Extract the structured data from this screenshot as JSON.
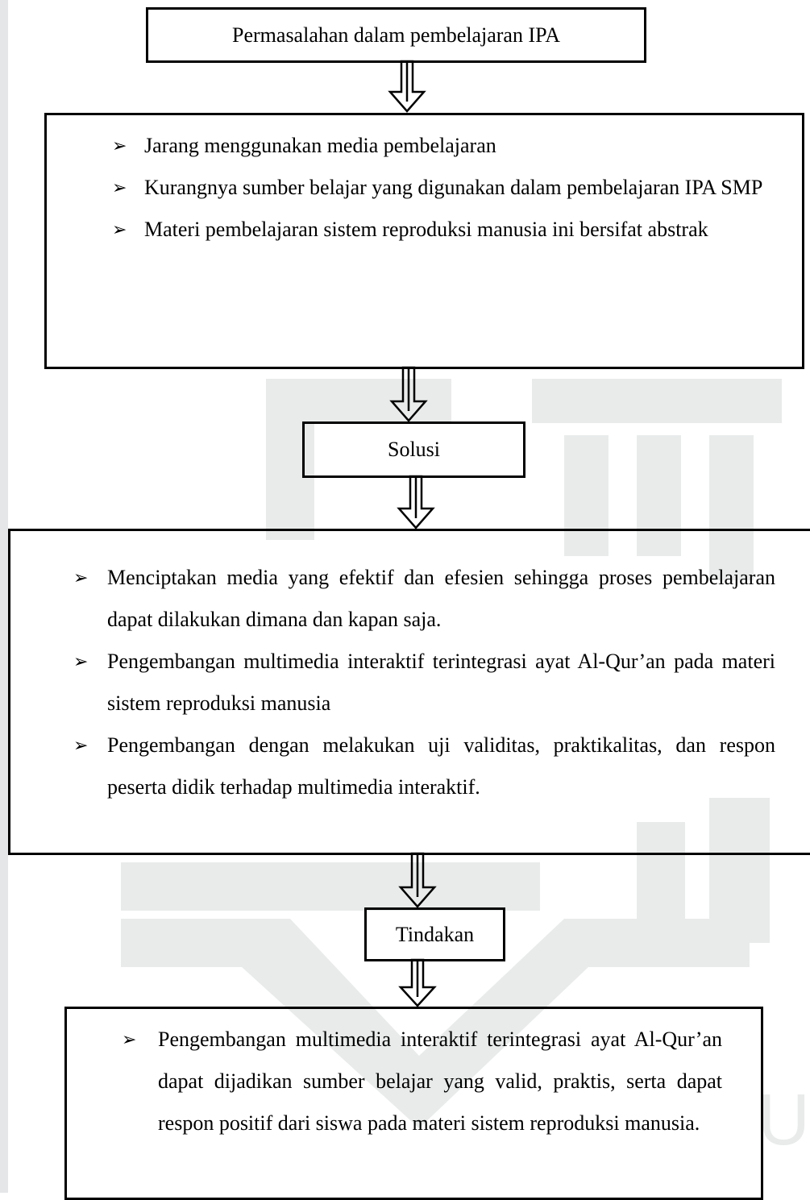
{
  "diagram": {
    "problem_title": "Permasalahan dalam pembelajaran IPA",
    "problems": [
      "Jarang menggunakan media pembelajaran",
      "Kurangnya sumber belajar yang digunakan dalam pembelajaran IPA SMP",
      "Materi pembelajaran sistem reproduksi manusia ini bersifat abstrak"
    ],
    "solution_title": "Solusi",
    "solutions": [
      "Menciptakan media yang efektif dan efesien sehingga proses pembelajaran dapat dilakukan dimana dan kapan saja.",
      "Pengembangan multimedia interaktif terintegrasi ayat Al-Qur’an pada materi sistem reproduksi manusia",
      "Pengembangan dengan melakukan uji validitas, praktikalitas, dan respon peserta didik terhadap multimedia interaktif."
    ],
    "action_title": "Tindakan",
    "actions": [
      "Pengembangan multimedia interaktif terintegrasi ayat Al-Qur’an dapat dijadikan sumber belajar yang valid, praktis, serta dapat respon positif dari siswa pada materi sistem reproduksi manusia."
    ],
    "bullet_symbol": "➢"
  },
  "colors": {
    "border": "#000000",
    "watermark": "#e9ebeb"
  }
}
